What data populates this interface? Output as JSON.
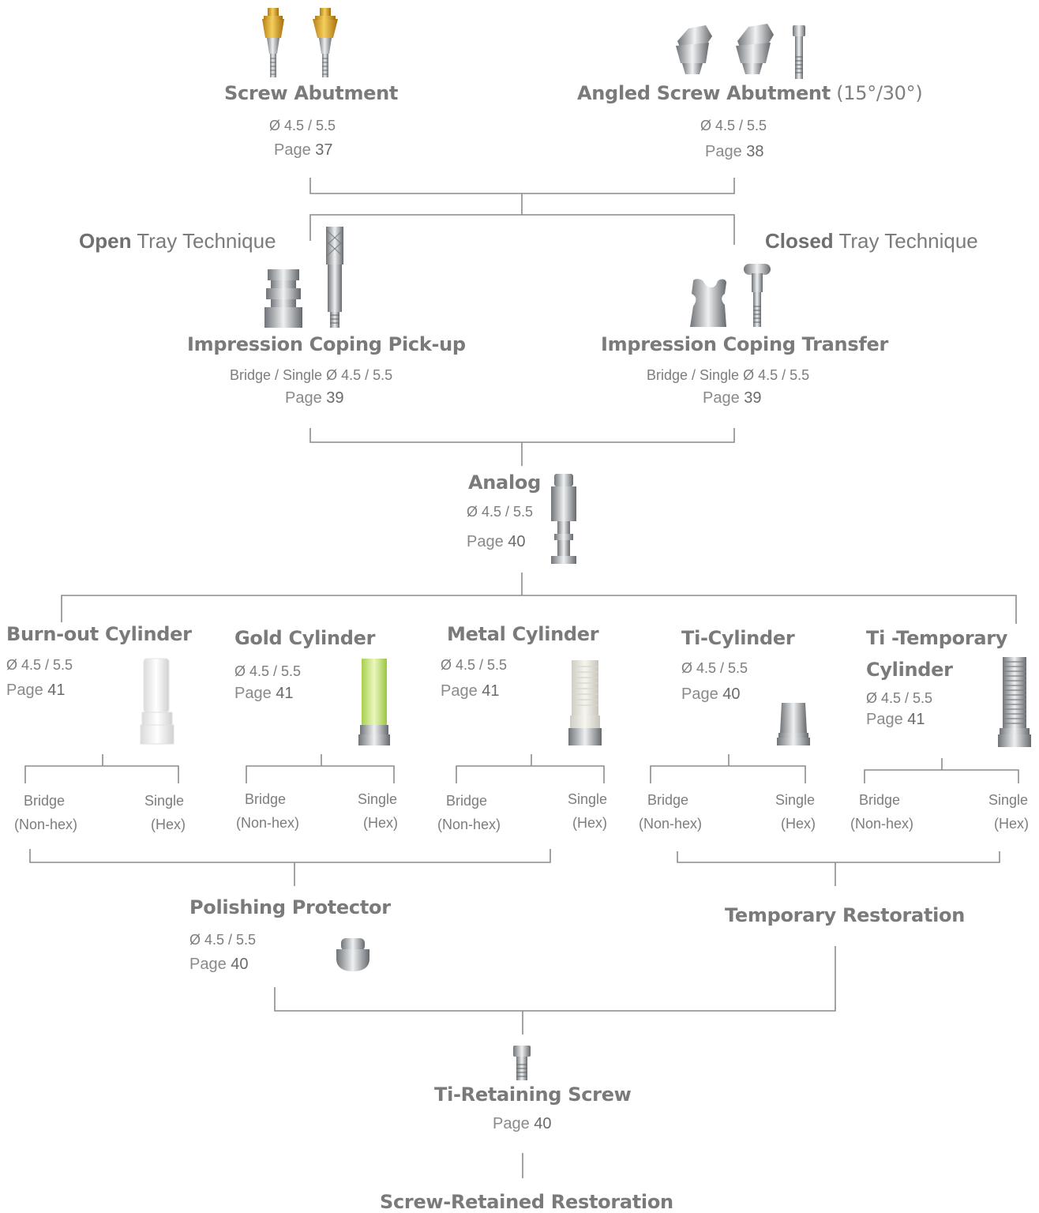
{
  "screw_abutment": {
    "title": "Screw Abutment",
    "spec": "Ø 4.5 / 5.5",
    "page_label": "Page",
    "page_num": "37"
  },
  "angled_abutment": {
    "title": "Angled Screw Abutment",
    "suffix": " (15°/30°)",
    "spec": "Ø 4.5 / 5.5",
    "page_label": "Page",
    "page_num": "38"
  },
  "open_tray": {
    "bold": "Open",
    "rest": " Tray Technique"
  },
  "closed_tray": {
    "bold": "Closed",
    "rest": " Tray Technique"
  },
  "pickup": {
    "title": "Impression Coping Pick-up",
    "spec": "Bridge / Single  Ø 4.5 / 5.5",
    "page_label": "Page",
    "page_num": "39"
  },
  "transfer": {
    "title": "Impression Coping Transfer",
    "spec": "Bridge / Single  Ø 4.5 / 5.5",
    "page_label": "Page",
    "page_num": "39"
  },
  "analog": {
    "title": "Analog",
    "spec": "Ø 4.5 / 5.5",
    "page_label": "Page",
    "page_num": "40"
  },
  "burnout": {
    "title": "Burn-out Cylinder",
    "spec": "Ø 4.5 / 5.5",
    "page_label": "Page",
    "page_num": "41",
    "bridge": "Bridge",
    "bridge_sub": "(Non-hex)",
    "single": "Single",
    "single_sub": "(Hex)"
  },
  "gold": {
    "title": "Gold Cylinder",
    "spec": "Ø 4.5 / 5.5",
    "page_label": "Page",
    "page_num": "41",
    "bridge": "Bridge",
    "bridge_sub": "(Non-hex)",
    "single": "Single",
    "single_sub": "(Hex)"
  },
  "metal": {
    "title": "Metal Cylinder",
    "spec": "Ø 4.5 / 5.5",
    "page_label": "Page",
    "page_num": "41",
    "bridge": "Bridge",
    "bridge_sub": "(Non-hex)",
    "single": "Single",
    "single_sub": "(Hex)"
  },
  "ti_cyl": {
    "title": "Ti-Cylinder",
    "spec": "Ø 4.5 / 5.5",
    "page_label": "Page",
    "page_num": "40",
    "bridge": "Bridge",
    "bridge_sub": "(Non-hex)",
    "single": "Single",
    "single_sub": "(Hex)"
  },
  "ti_temp": {
    "title1": "Ti -Temporary",
    "title2": "Cylinder",
    "spec": "Ø 4.5 / 5.5",
    "page_label": "Page",
    "page_num": "41",
    "bridge": "Bridge",
    "bridge_sub": "(Non-hex)",
    "single": "Single",
    "single_sub": "(Hex)"
  },
  "polishing": {
    "title": "Polishing Protector",
    "spec": "Ø 4.5 / 5.5",
    "page_label": "Page",
    "page_num": "40"
  },
  "temporary": {
    "title": "Temporary Restoration"
  },
  "retaining": {
    "title": "Ti-Retaining Screw",
    "page_label": "Page",
    "page_num": "40"
  },
  "final": {
    "title": "Screw-Retained Restoration"
  },
  "colors": {
    "line": "#8c8c8c",
    "text": "#7a7a7a",
    "gold": "#e3a825",
    "green": "#cde88a",
    "metal": "#b9bcbf"
  }
}
